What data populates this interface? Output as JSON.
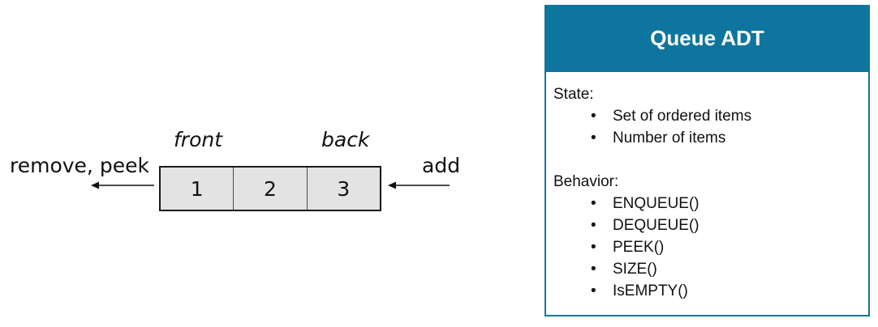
{
  "diagram": {
    "front_label": "front",
    "back_label": "back",
    "remove_label": "remove, peek",
    "add_label": "add",
    "cells": [
      "1",
      "2",
      "3"
    ]
  },
  "adt": {
    "title": "Queue ADT",
    "state_heading": "State:",
    "state_items": [
      "Set of ordered items",
      "Number of items"
    ],
    "behavior_heading": "Behavior:",
    "behavior_items": [
      "ENQUEUE()",
      "DEQUEUE()",
      "PEEK()",
      "SIZE()",
      "IsEMPTY()"
    ],
    "bullet_char": "•"
  },
  "colors": {
    "accent": "#0e759f",
    "cell_fill": "#e3e3e3",
    "text": "#111111"
  }
}
